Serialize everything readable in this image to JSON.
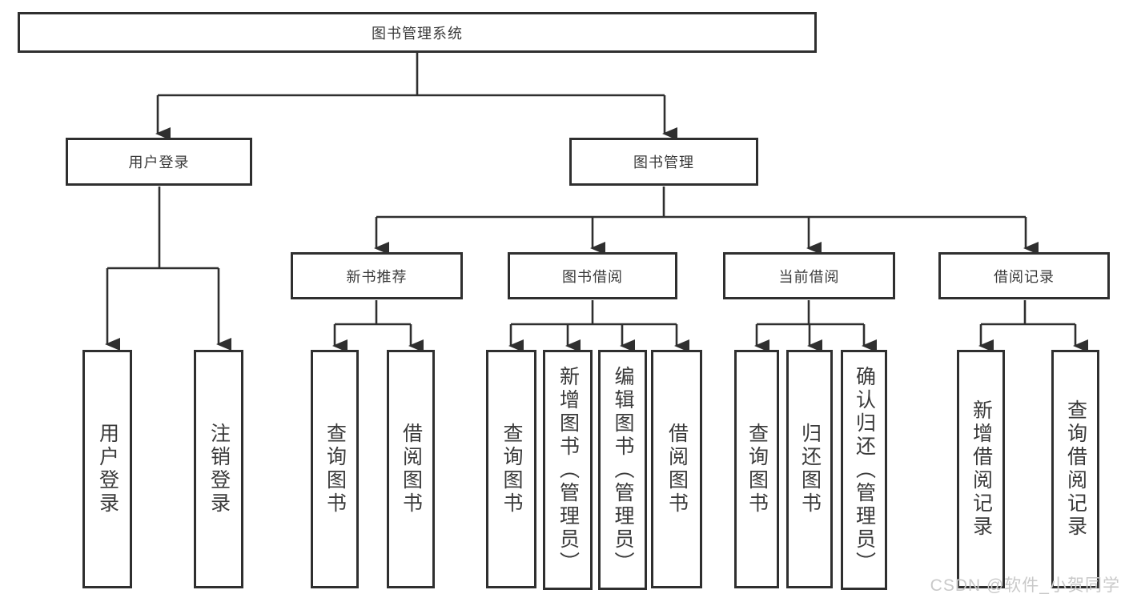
{
  "diagram": {
    "root": {
      "label": "图书管理系统"
    },
    "level2": [
      {
        "id": "user-login",
        "label": "用户登录"
      },
      {
        "id": "book-management",
        "label": "图书管理"
      }
    ],
    "level3": [
      {
        "id": "new-book-recommend",
        "label": "新书推荐"
      },
      {
        "id": "book-borrow",
        "label": "图书借阅"
      },
      {
        "id": "current-borrow",
        "label": "当前借阅"
      },
      {
        "id": "borrow-records",
        "label": "借阅记录"
      }
    ],
    "leaves": [
      {
        "parent": "用户登录",
        "label": "用户登录"
      },
      {
        "parent": "用户登录",
        "label": "注销登录"
      },
      {
        "parent": "新书推荐",
        "label": "查询图书"
      },
      {
        "parent": "新书推荐",
        "label": "借阅图书"
      },
      {
        "parent": "图书借阅",
        "label": "查询图书"
      },
      {
        "parent": "图书借阅",
        "label": "新增图书（管理员）"
      },
      {
        "parent": "图书借阅",
        "label": "编辑图书（管理员）"
      },
      {
        "parent": "图书借阅",
        "label": "借阅图书"
      },
      {
        "parent": "当前借阅",
        "label": "查询图书"
      },
      {
        "parent": "当前借阅",
        "label": "归还图书"
      },
      {
        "parent": "当前借阅",
        "label": "确认归还（管理员）"
      },
      {
        "parent": "借阅记录",
        "label": "新增借阅记录"
      },
      {
        "parent": "借阅记录",
        "label": "查询借阅记录"
      }
    ]
  },
  "watermark": {
    "text": "CSDN @软件_小贺同学"
  },
  "colors": {
    "line": "#2f2f2f",
    "text": "#3a3a3a",
    "watermark": "#c9c9c9",
    "background": "#ffffff"
  }
}
